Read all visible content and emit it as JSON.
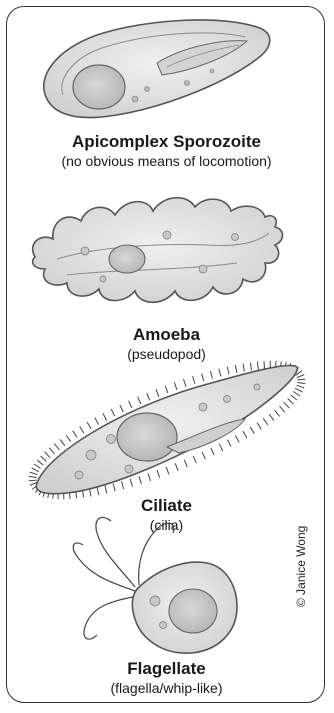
{
  "organisms": [
    {
      "name": "Apicomplex Sporozoite",
      "description": "(no obvious means of locomotion)"
    },
    {
      "name": "Amoeba",
      "description": "(pseudopod)"
    },
    {
      "name": "Ciliate",
      "description": "(cilia)"
    },
    {
      "name": "Flagellate",
      "description": "(flagella/whip-like)"
    }
  ],
  "credit": "© Janice Wong",
  "colors": {
    "cell_fill": "#e2e2e2",
    "cell_stroke": "#555555",
    "nucleus_fill": "#c9c9c9",
    "border": "#333333"
  }
}
